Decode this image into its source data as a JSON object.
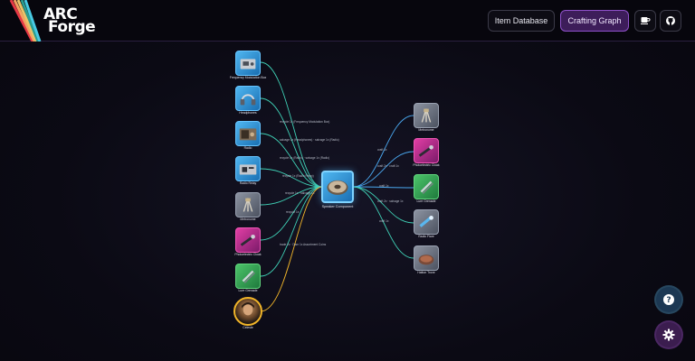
{
  "app": {
    "logo_line1": "ARC",
    "logo_line2": "Forge"
  },
  "nav": {
    "item_database": "Item Database",
    "crafting_graph": "Crafting Graph",
    "coffee_icon": "coffee-icon",
    "github_icon": "github-icon"
  },
  "graph": {
    "center": {
      "label": "Speaker Component",
      "icon": "speaker-icon"
    },
    "left_nodes": [
      {
        "label": "Frequency Modulation Box",
        "rarity": "blue",
        "edge": "recycle 1x (Frequency Modulation Box)"
      },
      {
        "label": "Headphones",
        "rarity": "blue",
        "edge": ""
      },
      {
        "label": "Radio",
        "rarity": "blue",
        "edge": "salvage 1x (Headphones) · salvage 1x (Radio)"
      },
      {
        "label": "Radio Relay",
        "rarity": "blue",
        "edge": "recycle 1x (Radio) · salvage 1x (Radio)"
      },
      {
        "label": "Metronome",
        "rarity": "gray",
        "edge": "recycle 1x (Radio Relay)"
      },
      {
        "label": "Photoelectric Cloak",
        "rarity": "pink",
        "edge": "recycle 1x · salvage 1x"
      },
      {
        "label": "Lure Grenade",
        "rarity": "green",
        "edge": "recycle 1x"
      },
      {
        "label": "Celeste",
        "rarity": "portrait",
        "edge": "trade 2x · Dam 1x Assortment Coins"
      }
    ],
    "right_nodes": [
      {
        "label": "Metronome",
        "rarity": "gray",
        "edge": "craft 1x"
      },
      {
        "label": "Photoelectric Cloak",
        "rarity": "pink",
        "edge": "craft 2x · craft 1x"
      },
      {
        "label": "Lure Grenade",
        "rarity": "green",
        "edge": "craft 1x"
      },
      {
        "label": "Radio Flare",
        "rarity": "gray",
        "edge": "craft 2x · salvage 1x"
      },
      {
        "label": "Hatton Trove",
        "rarity": "gray",
        "edge": "craft 1x"
      }
    ],
    "colors": {
      "left_edge": "#3fd1b6",
      "portrait_edge": "#f0b429",
      "right_edge": "#4aa8f0",
      "right_edge_alt": "#3fd1b6"
    }
  },
  "fab": {
    "help_icon": "question-icon",
    "settings_icon": "gear-icon"
  }
}
